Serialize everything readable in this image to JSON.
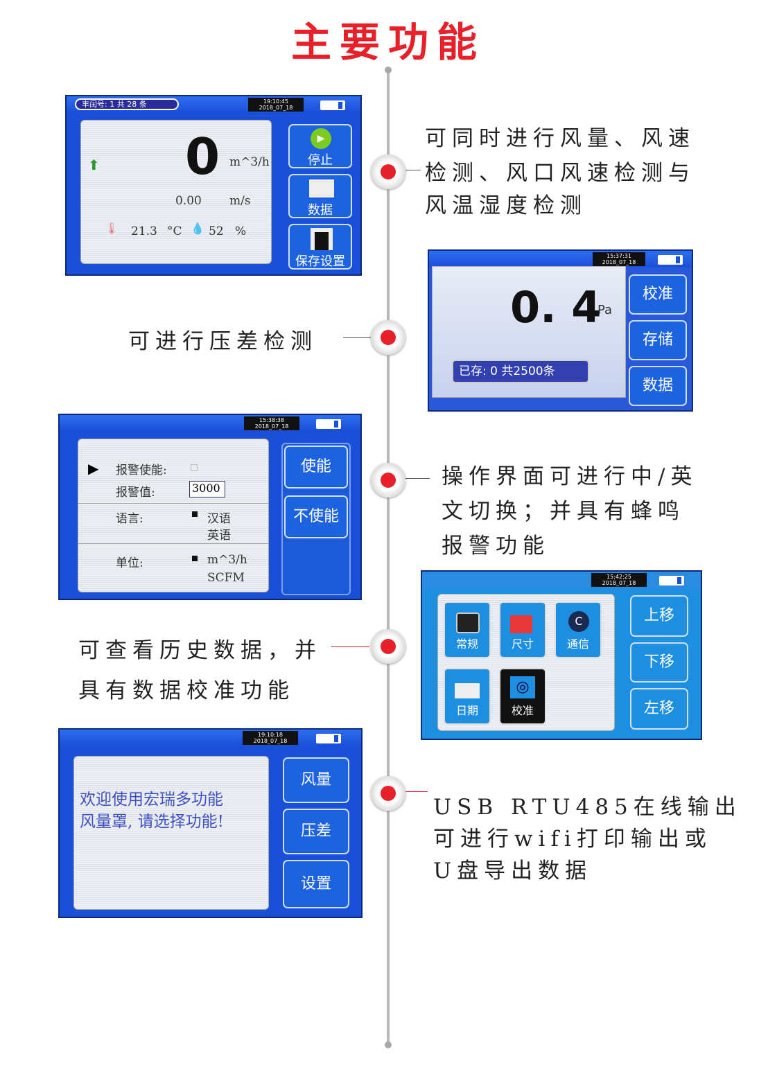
{
  "title": "主要功能",
  "captions": {
    "a": [
      "可同时进行风量、风速",
      "检测、风口风速检测与",
      "风温湿度检测"
    ],
    "b": [
      "可进行压差检测"
    ],
    "c": [
      "操作界面可进行中/英",
      "文切换；并具有蜂鸣",
      "报警功能"
    ],
    "d": [
      "可查看历史数据，并",
      "具有数据校准功能"
    ],
    "e": [
      "USB RTU485在线输出",
      "可进行wifi打印输出或",
      "U盘导出数据"
    ]
  },
  "screen1": {
    "record": "丰闰号:   1 共 28 条",
    "time": "19:10:45",
    "date": "2018_07_18",
    "flow_value": "0",
    "flow_unit": "m^3/h",
    "speed_value": "0.00",
    "speed_unit": "m/s",
    "temp_value": "21.3",
    "temp_unit": "°C",
    "humidity_value": "52",
    "humidity_unit": "%",
    "buttons": [
      "停止",
      "数据",
      "保存设置"
    ]
  },
  "screen2": {
    "time": "15:37:31",
    "date": "2018_07_18",
    "pressure_value": "0. 4",
    "pressure_unit": "Pa",
    "saved": "已存:    0 共2500条",
    "buttons": [
      "校准",
      "存储",
      "数据"
    ]
  },
  "screen3": {
    "time": "15:38:38",
    "date": "2018_07_18",
    "alarm_enable_label": "报警使能:",
    "alarm_value_label": "报警值:",
    "alarm_value": "3000",
    "language_label": "语言:",
    "languages": [
      "汉语",
      "英语"
    ],
    "unit_label": "单位:",
    "units": [
      "m^3/h",
      "SCFM"
    ],
    "buttons": [
      "使能",
      "不使能"
    ]
  },
  "screen4": {
    "time": "15:42:25",
    "date": "2018_07_18",
    "tiles": [
      "常规",
      "尺寸",
      "通信",
      "日期",
      "校准"
    ],
    "buttons": [
      "上移",
      "下移",
      "左移"
    ]
  },
  "screen5": {
    "time": "19:10:18",
    "date": "2018_07_18",
    "welcome": [
      "欢迎使用宏瑞多功能",
      "风量罩, 请选择功能!"
    ],
    "buttons": [
      "风量",
      "压差",
      "设置"
    ]
  },
  "colors": {
    "accent": "#e8202a",
    "screen_blue": "#1a4fd8"
  }
}
